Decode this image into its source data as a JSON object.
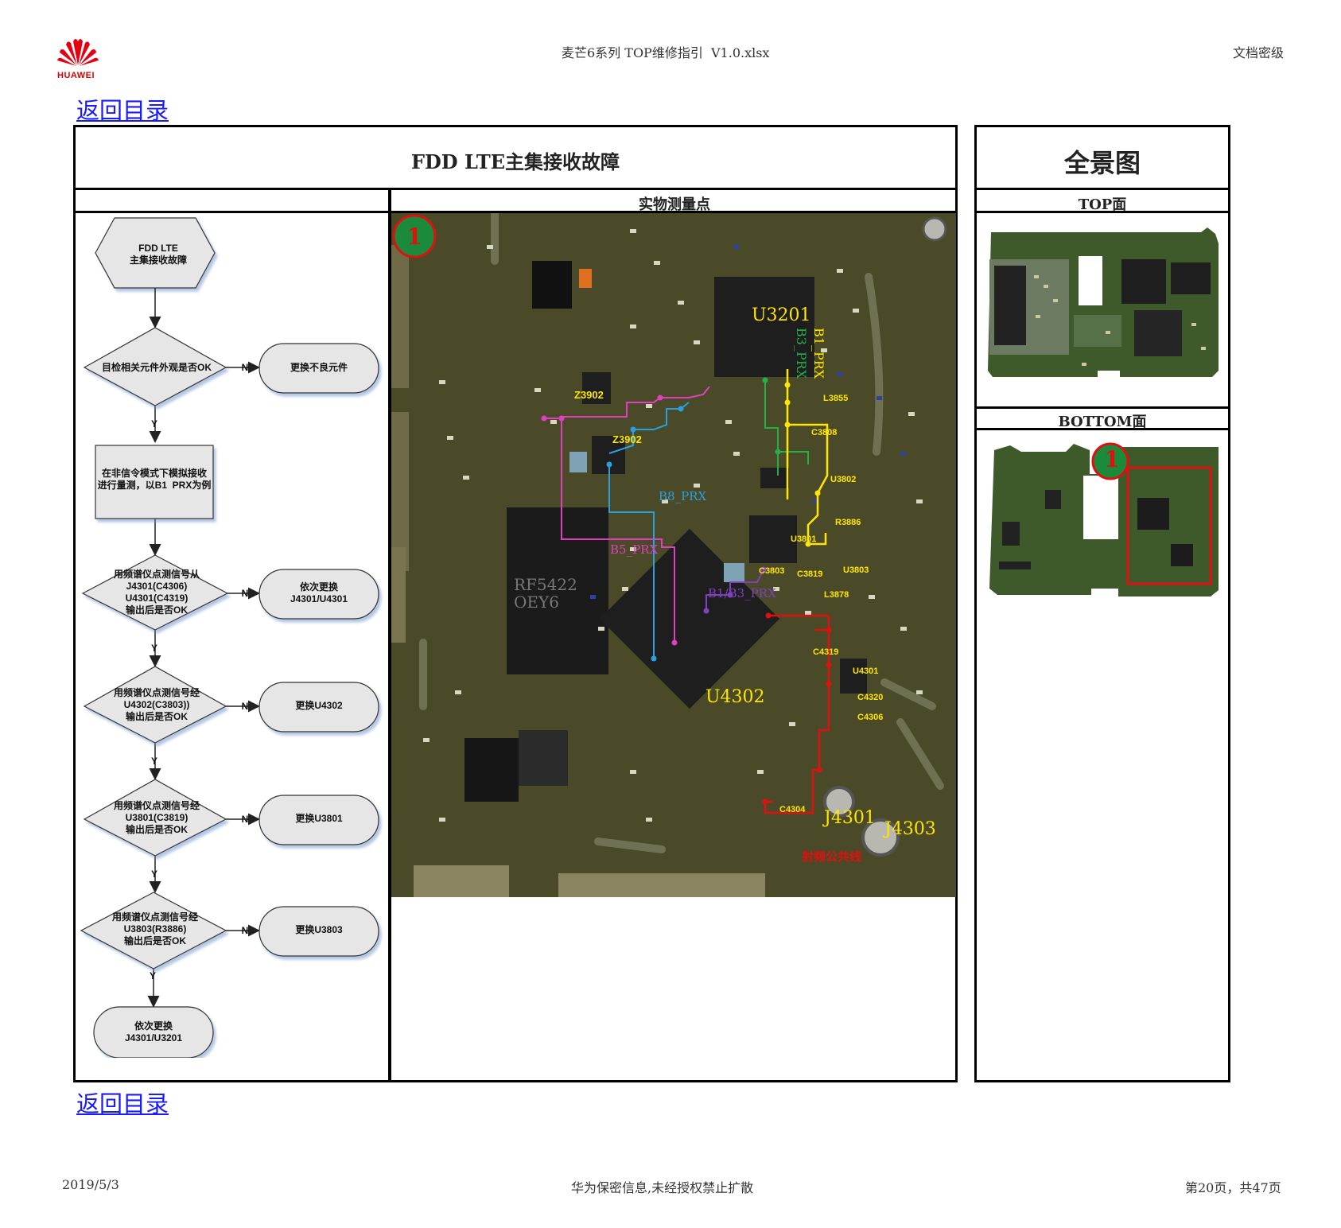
{
  "header": {
    "logo_text": "HUAWEI",
    "file_title": "麦芒6系列 TOP维修指引  V1.0.xlsx",
    "security_level": "文档密级"
  },
  "back_link": "返回目录",
  "main": {
    "title": "FDD LTE主集接收故障",
    "photo_header": "实物测量点",
    "marker": "1"
  },
  "panorama": {
    "title": "全景图",
    "top_label": "TOP面",
    "bottom_label": "BOTTOM面",
    "marker": "1"
  },
  "flowchart": {
    "start": "FDD LTE\n主集接收故障",
    "steps": [
      {
        "question": "目检相关元件外观是否OK",
        "action": "更换不良元件"
      },
      {
        "process": "在非信令模式下模拟接收\n进行量测，以B1  PRX为例"
      },
      {
        "question": "用频谱仪点测信号从\nJ4301(C4306)\nU4301(C4319)\n输出后是否OK",
        "action": "依次更换\nJ4301/U4301"
      },
      {
        "question": "用频谱仪点测信号经\nU4302(C3803))\n输出后是否OK",
        "action": "更换U4302"
      },
      {
        "question": "用频谱仪点测信号经\nU3801(C3819)\n输出后是否OK",
        "action": "更换U3801"
      },
      {
        "question": "用频谱仪点测信号经\nU3803(R3886)\n输出后是否OK",
        "action": "更换U3803"
      }
    ],
    "end": "依次更换\nJ4301/U3201",
    "yes": "Y",
    "no": "N"
  },
  "board_labels": {
    "chips": [
      "U3201",
      "U4302",
      "RF5422\nOEY6",
      "U3801",
      "U3802",
      "U3803",
      "U4301",
      "J4301",
      "J4303",
      "Z3902"
    ],
    "signals": [
      "B1_PRX",
      "B3_PRX",
      "B8_PRX",
      "B5_PRX",
      "B1/B3_PRX"
    ],
    "components": [
      "L3855",
      "C3808",
      "C3803",
      "C3819",
      "R3886",
      "L3878",
      "C4319",
      "C4320",
      "C4306",
      "C4304"
    ],
    "rf_cable": "射频公共线"
  },
  "footer": {
    "date": "2019/5/3",
    "confidential": "华为保密信息,未经授权禁止扩散",
    "page": "第20页，共47页"
  },
  "colors": {
    "b1_prx": "#ffe600",
    "b3_prx": "#22b04a",
    "b8_prx": "#2aa0e0",
    "b5_prx": "#e040c0",
    "b1b3_prx": "#8040c0",
    "rf_line": "#e01010",
    "board": "#4a4a28",
    "link": "#1a1aff"
  }
}
